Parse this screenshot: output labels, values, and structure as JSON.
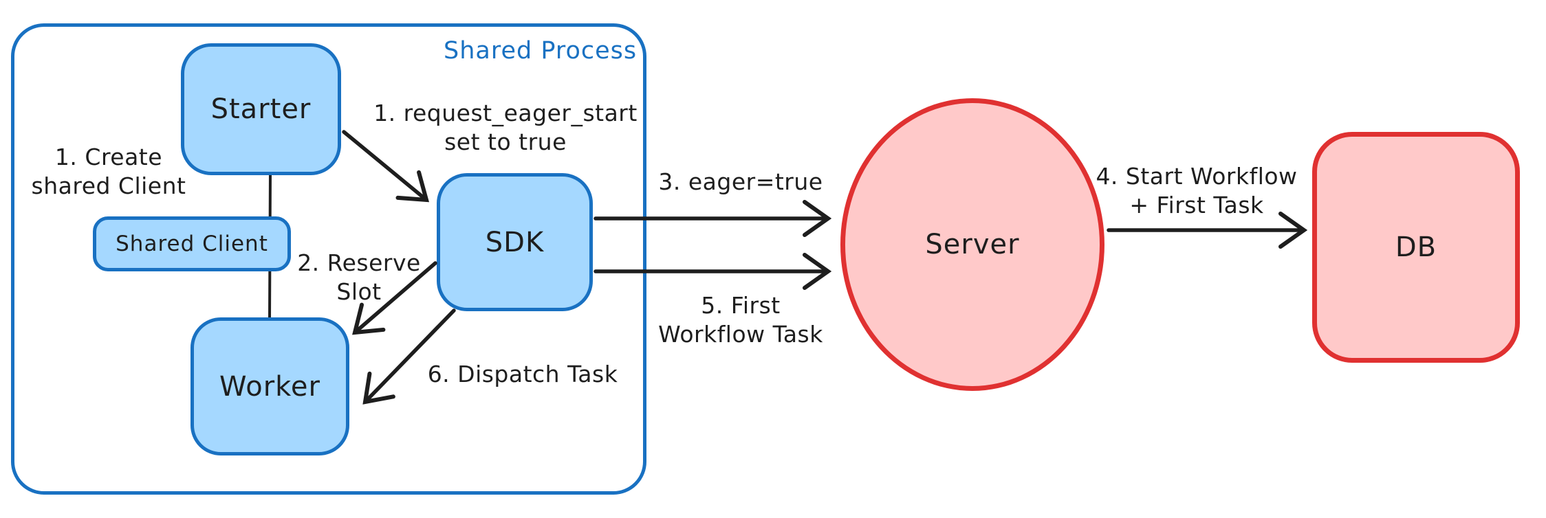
{
  "colors": {
    "blue-stroke": "#1971c2",
    "blue-fill": "#a5d8ff",
    "red-stroke": "#e03131",
    "red-fill": "#ffc9c9",
    "ink": "#1e1e1e",
    "bg": "#ffffff"
  },
  "container": {
    "label": "Shared Process"
  },
  "nodes": {
    "starter": {
      "label": "Starter"
    },
    "shared_client": {
      "label": "Shared Client"
    },
    "worker": {
      "label": "Worker"
    },
    "sdk": {
      "label": "SDK"
    },
    "server": {
      "label": "Server"
    },
    "db": {
      "label": "DB"
    }
  },
  "annotations": {
    "create_shared_client": "1. Create\nshared Client",
    "request_eager_start": "1. request_eager_start\nset to true",
    "reserve_slot": "2. Reserve\nSlot",
    "eager_true": "3. eager=true",
    "start_workflow_first_task": "4. Start Workflow\n+ First Task",
    "first_workflow_task": "5. First\nWorkflow Task",
    "dispatch_task": "6. Dispatch Task"
  }
}
